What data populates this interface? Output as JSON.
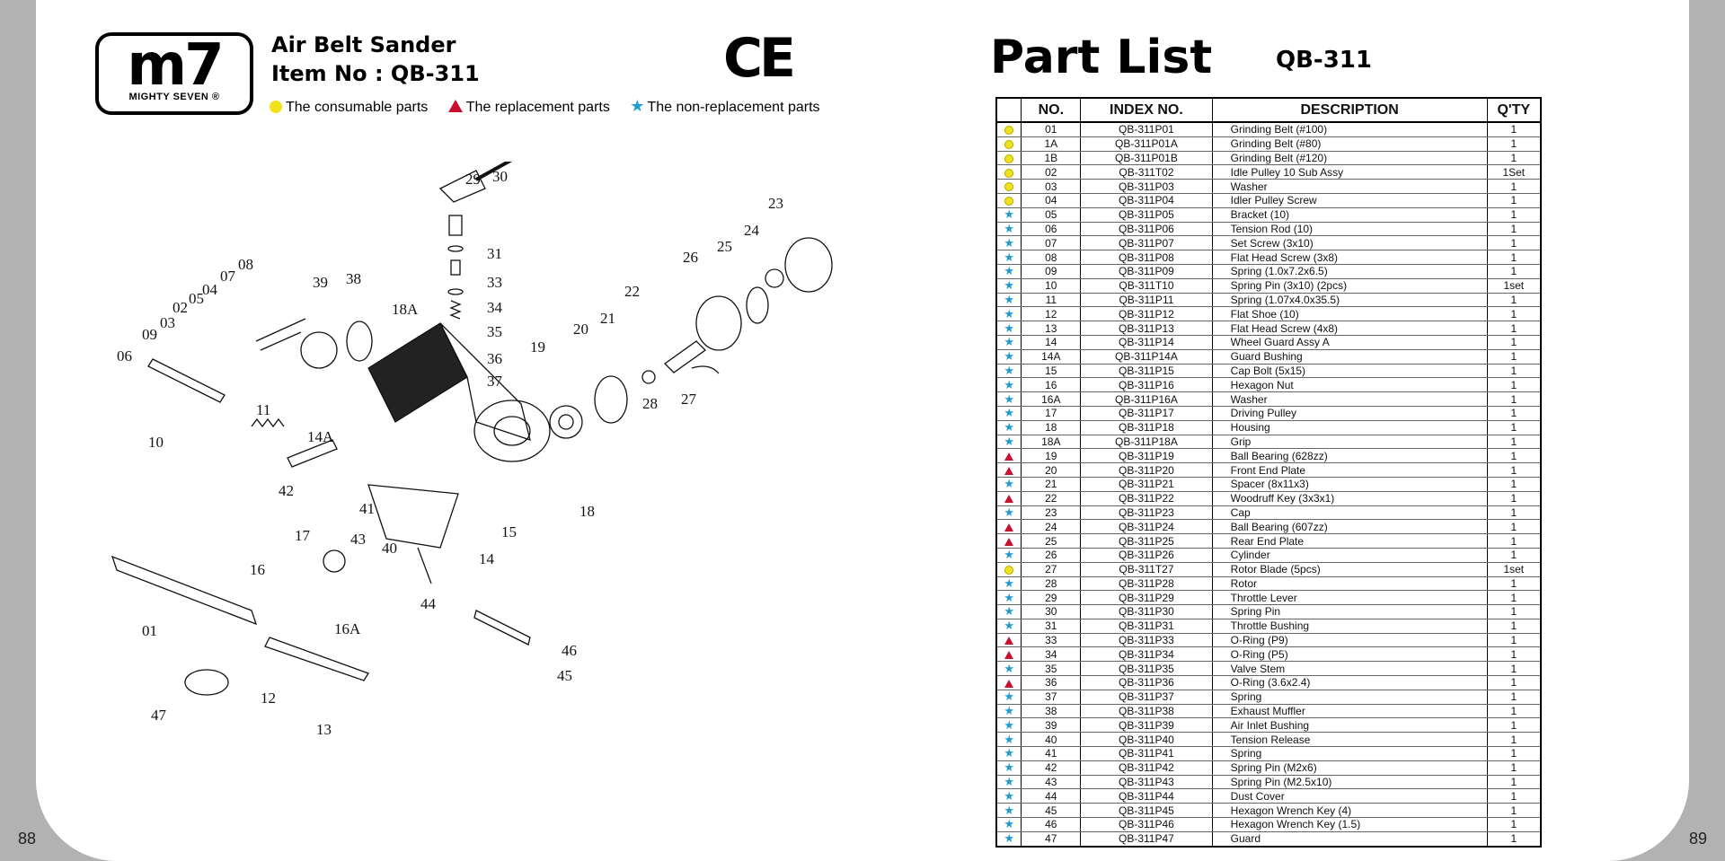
{
  "header": {
    "logo_main": "m7",
    "logo_sub": "MIGHTY SEVEN ®",
    "title": "Air Belt Sander",
    "item_no": "Item No : QB-311",
    "ce_mark": "CE",
    "legend": {
      "consumable": "The consumable parts",
      "replacement": "The replacement parts",
      "non_replacement": "The non-replacement parts"
    }
  },
  "page_numbers": {
    "left": "88",
    "right": "89"
  },
  "colors": {
    "consumable": "#f2e21c",
    "replacement": "#c8102e",
    "non_replacement": "#1e9ad6"
  },
  "diagram_labels": [
    "29",
    "30",
    "31",
    "33",
    "34",
    "35",
    "36",
    "37",
    "23",
    "24",
    "25",
    "26",
    "22",
    "21",
    "20",
    "19",
    "28",
    "27",
    "18",
    "18A",
    "39",
    "38",
    "08",
    "07",
    "05",
    "04",
    "02",
    "03",
    "09",
    "06",
    "10",
    "11",
    "14A",
    "15",
    "42",
    "41",
    "43",
    "40",
    "14",
    "17",
    "16",
    "16A",
    "01",
    "44",
    "46",
    "45",
    "12",
    "13",
    "47"
  ],
  "part_list": {
    "title": "Part List",
    "model": "QB-311",
    "columns": [
      "",
      "NO.",
      "INDEX NO.",
      "DESCRIPTION",
      "Q'TY"
    ],
    "rows": [
      {
        "m": "c",
        "no": "01",
        "index": "QB-311P01",
        "desc": "Grinding Belt (#100)",
        "qty": "1"
      },
      {
        "m": "c",
        "no": "1A",
        "index": "QB-311P01A",
        "desc": "Grinding Belt (#80)",
        "qty": "1"
      },
      {
        "m": "c",
        "no": "1B",
        "index": "QB-311P01B",
        "desc": "Grinding Belt (#120)",
        "qty": "1"
      },
      {
        "m": "c",
        "no": "02",
        "index": "QB-311T02",
        "desc": "Idle Pulley 10 Sub Assy",
        "qty": "1Set"
      },
      {
        "m": "c",
        "no": "03",
        "index": "QB-311P03",
        "desc": "Washer",
        "qty": "1"
      },
      {
        "m": "c",
        "no": "04",
        "index": "QB-311P04",
        "desc": "Idler Pulley Screw",
        "qty": "1"
      },
      {
        "m": "s",
        "no": "05",
        "index": "QB-311P05",
        "desc": "Bracket (10)",
        "qty": "1"
      },
      {
        "m": "s",
        "no": "06",
        "index": "QB-311P06",
        "desc": "Tension Rod (10)",
        "qty": "1"
      },
      {
        "m": "s",
        "no": "07",
        "index": "QB-311P07",
        "desc": "Set Screw (3x10)",
        "qty": "1"
      },
      {
        "m": "s",
        "no": "08",
        "index": "QB-311P08",
        "desc": "Flat Head Screw (3x8)",
        "qty": "1"
      },
      {
        "m": "s",
        "no": "09",
        "index": "QB-311P09",
        "desc": "Spring (1.0x7.2x6.5)",
        "qty": "1"
      },
      {
        "m": "s",
        "no": "10",
        "index": "QB-311T10",
        "desc": "Spring Pin (3x10) (2pcs)",
        "qty": "1set"
      },
      {
        "m": "s",
        "no": "11",
        "index": "QB-311P11",
        "desc": "Spring (1.07x4.0x35.5)",
        "qty": "1"
      },
      {
        "m": "s",
        "no": "12",
        "index": "QB-311P12",
        "desc": "Flat Shoe (10)",
        "qty": "1"
      },
      {
        "m": "s",
        "no": "13",
        "index": "QB-311P13",
        "desc": "Flat Head Screw (4x8)",
        "qty": "1"
      },
      {
        "m": "s",
        "no": "14",
        "index": "QB-311P14",
        "desc": "Wheel Guard Assy A",
        "qty": "1"
      },
      {
        "m": "s",
        "no": "14A",
        "index": "QB-311P14A",
        "desc": "Guard Bushing",
        "qty": "1"
      },
      {
        "m": "s",
        "no": "15",
        "index": "QB-311P15",
        "desc": "Cap Bolt (5x15)",
        "qty": "1"
      },
      {
        "m": "s",
        "no": "16",
        "index": "QB-311P16",
        "desc": "Hexagon Nut",
        "qty": "1"
      },
      {
        "m": "s",
        "no": "16A",
        "index": "QB-311P16A",
        "desc": "Washer",
        "qty": "1"
      },
      {
        "m": "s",
        "no": "17",
        "index": "QB-311P17",
        "desc": "Driving Pulley",
        "qty": "1"
      },
      {
        "m": "s",
        "no": "18",
        "index": "QB-311P18",
        "desc": "Housing",
        "qty": "1"
      },
      {
        "m": "s",
        "no": "18A",
        "index": "QB-311P18A",
        "desc": "Grip",
        "qty": "1"
      },
      {
        "m": "t",
        "no": "19",
        "index": "QB-311P19",
        "desc": "Ball Bearing (628zz)",
        "qty": "1"
      },
      {
        "m": "t",
        "no": "20",
        "index": "QB-311P20",
        "desc": "Front End Plate",
        "qty": "1"
      },
      {
        "m": "s",
        "no": "21",
        "index": "QB-311P21",
        "desc": "Spacer (8x11x3)",
        "qty": "1"
      },
      {
        "m": "t",
        "no": "22",
        "index": "QB-311P22",
        "desc": "Woodruff Key (3x3x1)",
        "qty": "1"
      },
      {
        "m": "s",
        "no": "23",
        "index": "QB-311P23",
        "desc": "Cap",
        "qty": "1"
      },
      {
        "m": "t",
        "no": "24",
        "index": "QB-311P24",
        "desc": "Ball Bearing (607zz)",
        "qty": "1"
      },
      {
        "m": "t",
        "no": "25",
        "index": "QB-311P25",
        "desc": "Rear End Plate",
        "qty": "1"
      },
      {
        "m": "s",
        "no": "26",
        "index": "QB-311P26",
        "desc": "Cylinder",
        "qty": "1"
      },
      {
        "m": "c",
        "no": "27",
        "index": "QB-311T27",
        "desc": "Rotor Blade (5pcs)",
        "qty": "1set"
      },
      {
        "m": "s",
        "no": "28",
        "index": "QB-311P28",
        "desc": "Rotor",
        "qty": "1"
      },
      {
        "m": "s",
        "no": "29",
        "index": "QB-311P29",
        "desc": "Throttle Lever",
        "qty": "1"
      },
      {
        "m": "s",
        "no": "30",
        "index": "QB-311P30",
        "desc": "Spring Pin",
        "qty": "1"
      },
      {
        "m": "s",
        "no": "31",
        "index": "QB-311P31",
        "desc": "Throttle Bushing",
        "qty": "1"
      },
      {
        "m": "t",
        "no": "33",
        "index": "QB-311P33",
        "desc": "O-Ring (P9)",
        "qty": "1"
      },
      {
        "m": "t",
        "no": "34",
        "index": "QB-311P34",
        "desc": "O-Ring (P5)",
        "qty": "1"
      },
      {
        "m": "s",
        "no": "35",
        "index": "QB-311P35",
        "desc": "Valve Stem",
        "qty": "1"
      },
      {
        "m": "t",
        "no": "36",
        "index": "QB-311P36",
        "desc": "O-Ring (3.6x2.4)",
        "qty": "1"
      },
      {
        "m": "s",
        "no": "37",
        "index": "QB-311P37",
        "desc": "Spring",
        "qty": "1"
      },
      {
        "m": "s",
        "no": "38",
        "index": "QB-311P38",
        "desc": "Exhaust Muffler",
        "qty": "1"
      },
      {
        "m": "s",
        "no": "39",
        "index": "QB-311P39",
        "desc": "Air Inlet Bushing",
        "qty": "1"
      },
      {
        "m": "s",
        "no": "40",
        "index": "QB-311P40",
        "desc": "Tension Release",
        "qty": "1"
      },
      {
        "m": "s",
        "no": "41",
        "index": "QB-311P41",
        "desc": "Spring",
        "qty": "1"
      },
      {
        "m": "s",
        "no": "42",
        "index": "QB-311P42",
        "desc": "Spring Pin (M2x6)",
        "qty": "1"
      },
      {
        "m": "s",
        "no": "43",
        "index": "QB-311P43",
        "desc": "Spring Pin (M2.5x10)",
        "qty": "1"
      },
      {
        "m": "s",
        "no": "44",
        "index": "QB-311P44",
        "desc": "Dust Cover",
        "qty": "1"
      },
      {
        "m": "s",
        "no": "45",
        "index": "QB-311P45",
        "desc": "Hexagon Wrench Key (4)",
        "qty": "1"
      },
      {
        "m": "s",
        "no": "46",
        "index": "QB-311P46",
        "desc": "Hexagon Wrench Key (1.5)",
        "qty": "1"
      },
      {
        "m": "s",
        "no": "47",
        "index": "QB-311P47",
        "desc": "Guard",
        "qty": "1"
      }
    ]
  }
}
